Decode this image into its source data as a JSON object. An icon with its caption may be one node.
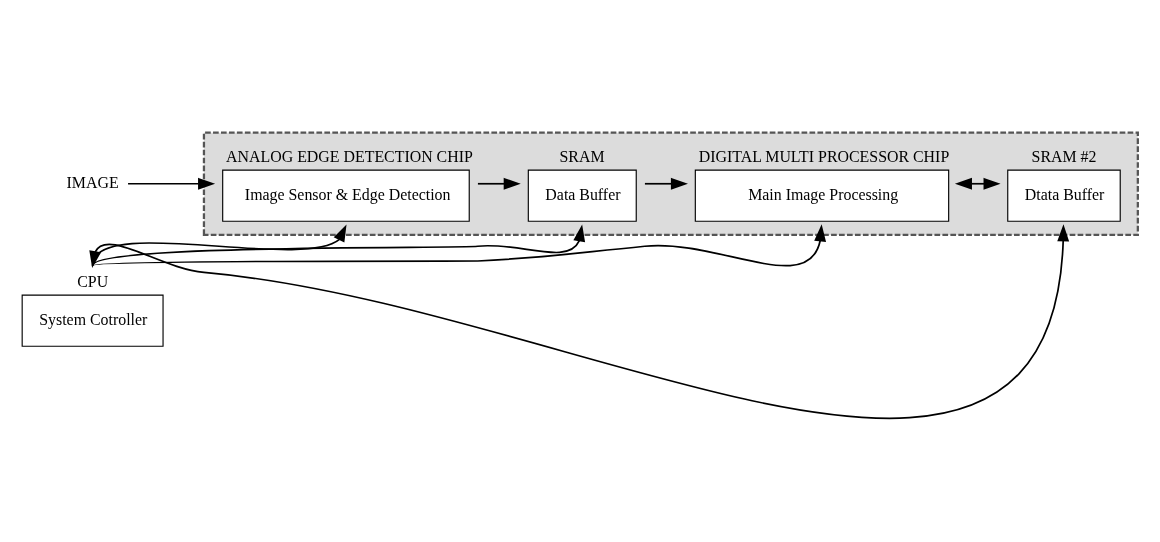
{
  "diagram": {
    "nodes": [
      {
        "text": [
          "IMAGE"
        ]
      },
      {
        "text": [],
        "shape": "band"
      },
      {
        "text": [
          "ANALOG EDGE DETECTION CHIP",
          "Image Sensor & Edge Detection"
        ],
        "in": 1
      },
      {
        "text": [
          "SRAM",
          "Data Buffer"
        ],
        "in": 1
      },
      {
        "text": [
          "DIGITAL MULTI PROCESSOR CHIP",
          "Main Image Processing"
        ],
        "in": 1
      },
      {
        "text": [
          "SRAM #2",
          "Dtata Buffer"
        ],
        "in": 1
      },
      {
        "text": [
          "CPU",
          "System Cotroller"
        ]
      }
    ],
    "edges": [
      {
        "from": 0,
        "to": 2,
        "arrow": "to"
      },
      {
        "from": 2,
        "to": 3,
        "arrow": "to"
      },
      {
        "from": 3,
        "to": 4,
        "arrow": "to"
      },
      {
        "from": 4,
        "to": 5,
        "arrow": "both"
      },
      {
        "from": 6,
        "to": 5,
        "arrow": "both"
      },
      {
        "from": 6,
        "to": 2,
        "arrow": "to"
      },
      {
        "from": 6,
        "to": 3,
        "arrow": "to"
      },
      {
        "from": 6,
        "to": 4,
        "arrow": "to"
      }
    ]
  }
}
